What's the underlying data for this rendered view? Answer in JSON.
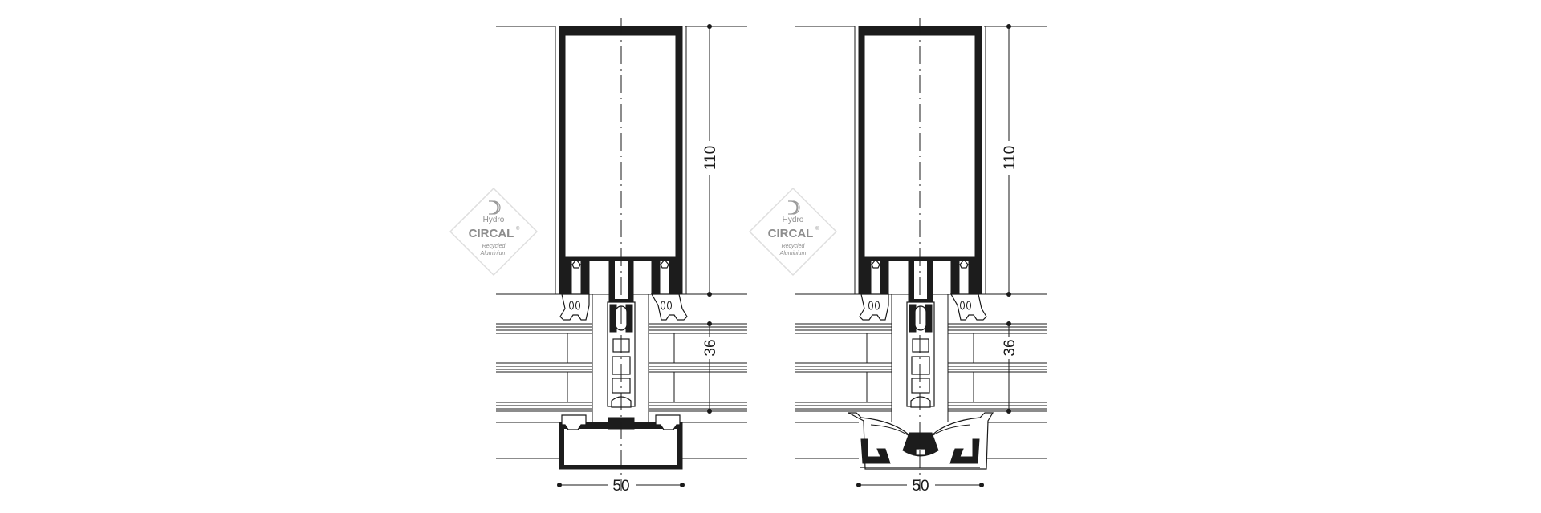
{
  "logo": {
    "brand": "Hydro",
    "product": "CIRCAL",
    "registered": "®",
    "line1": "Recycled",
    "line2": "Aluminium"
  },
  "drawings": [
    {
      "name": "section-standard-cap",
      "dim_height": "110",
      "dim_glass": "36",
      "dim_width": "50"
    },
    {
      "name": "section-curved-cap",
      "dim_height": "110",
      "dim_glass": "36",
      "dim_width": "50"
    }
  ]
}
